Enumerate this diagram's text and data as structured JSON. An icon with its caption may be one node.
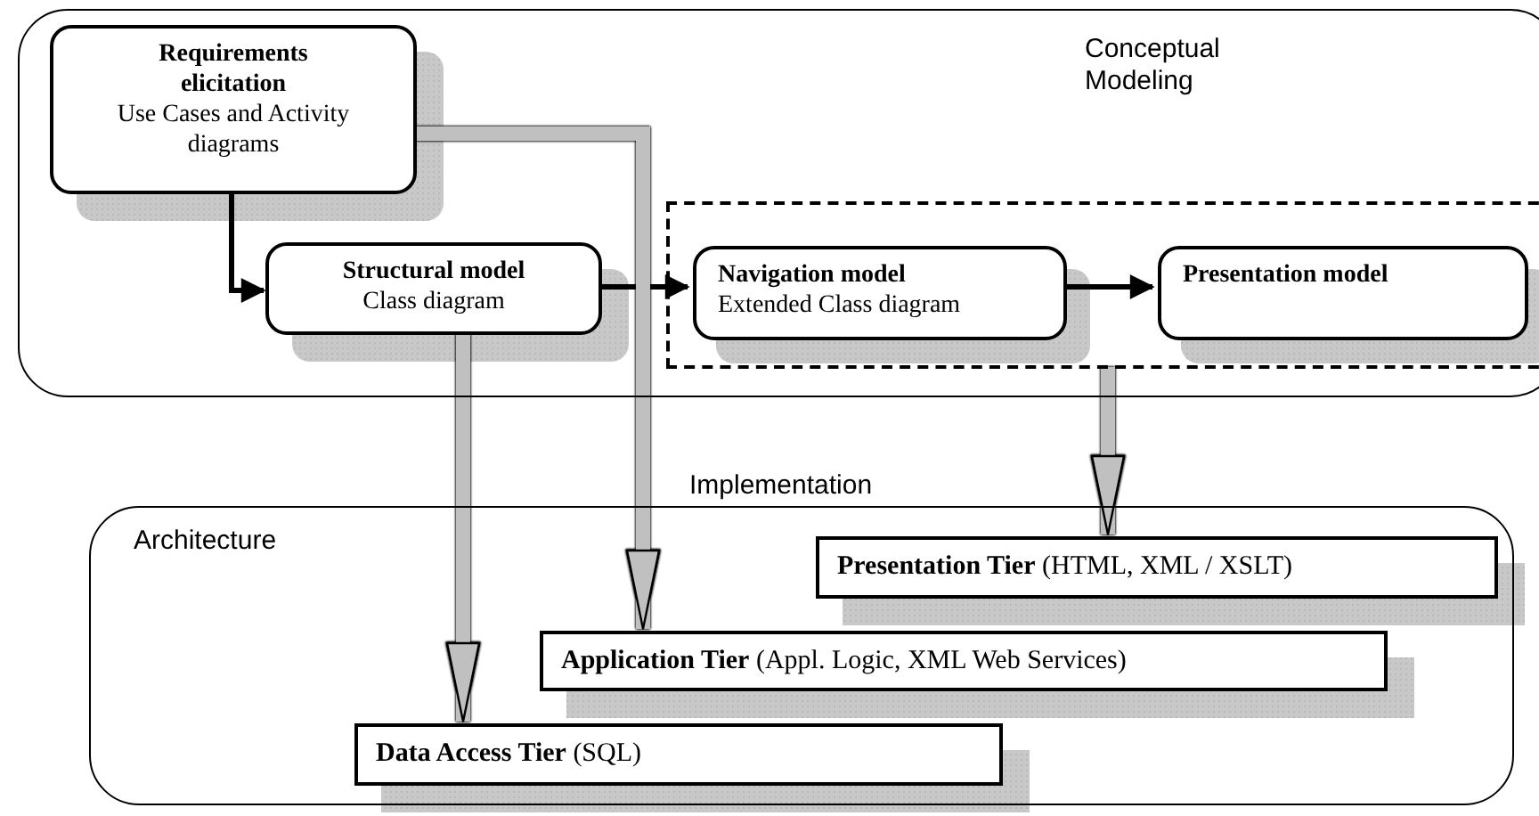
{
  "diagram": {
    "nodes": [
      {
        "text": [
          "Conceptual Modeling"
        ]
      },
      {
        "text": [
          "Requirements elicitation",
          "Use Cases and Activity diagrams"
        ],
        "in": 0
      },
      {
        "text": [
          "Structural model",
          "Class diagram"
        ],
        "in": 0
      },
      {
        "text": [],
        "shape": "box",
        "in": 0
      },
      {
        "text": [
          "Navigation model",
          "Extended Class diagram"
        ],
        "in": 3
      },
      {
        "text": [
          "Presentation model"
        ],
        "in": 3
      },
      {
        "text": [
          "Architecture"
        ]
      },
      {
        "text": [
          "**Presentation Tier** (HTML, XML / XSLT)"
        ],
        "in": 6
      },
      {
        "text": [
          "**Application Tier** (Appl. Logic, XML Web Services)"
        ],
        "in": 6
      },
      {
        "text": [
          "**Data Access Tier** (SQL)"
        ],
        "in": 6
      }
    ],
    "edges": [
      {
        "from": 1,
        "to": 2,
        "arrow": "to"
      },
      {
        "from": 2,
        "to": 4,
        "arrow": "to"
      },
      {
        "from": 4,
        "to": 5,
        "arrow": "to"
      },
      {
        "from": 1,
        "to": 8,
        "arrow": "to",
        "style": "thick",
        "color": "#c0c0c0"
      },
      {
        "from": 2,
        "to": 9,
        "arrow": "to",
        "style": "thick",
        "color": "#c0c0c0"
      },
      {
        "from": 3,
        "to": 7,
        "arrow": "to",
        "style": "thick",
        "color": "#c0c0c0"
      }
    ],
    "labels": [
      "Implementation"
    ]
  }
}
